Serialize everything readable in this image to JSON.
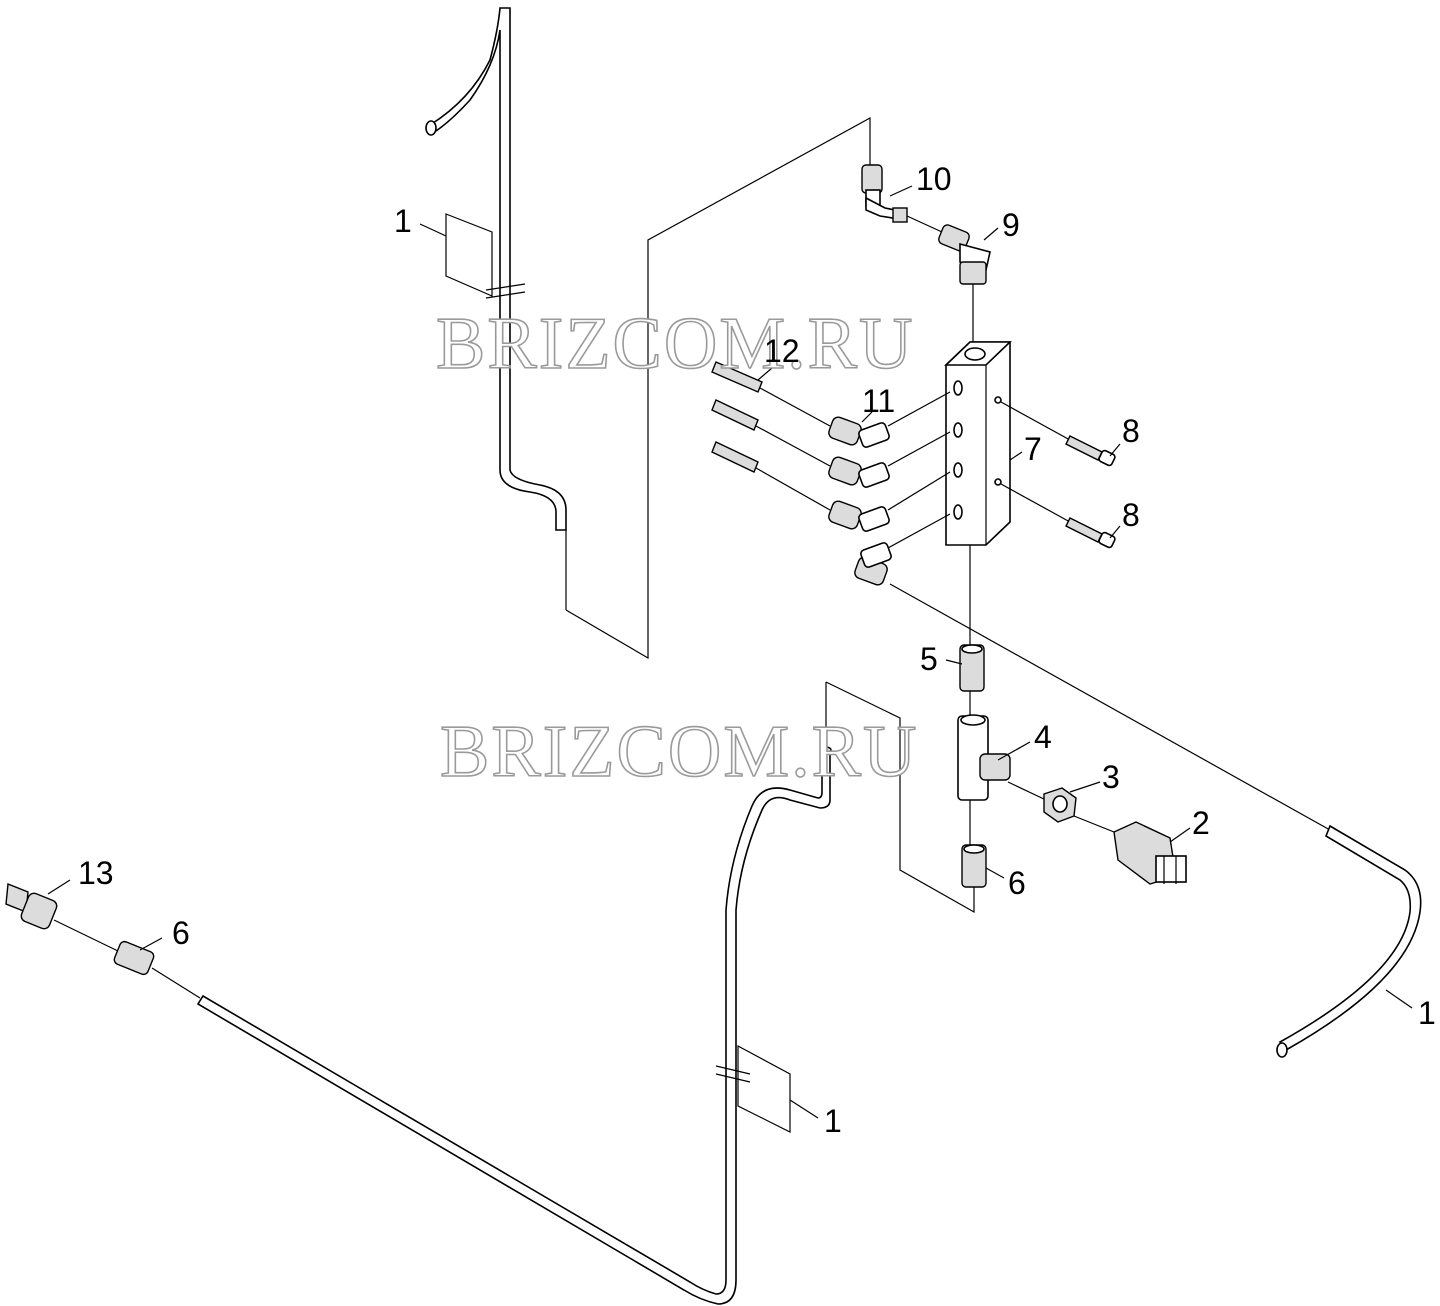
{
  "watermark": "BRIZCOM.RU",
  "callouts": [
    {
      "id": "c1a",
      "text": "1"
    },
    {
      "id": "c1b",
      "text": "1"
    },
    {
      "id": "c1c",
      "text": "1"
    },
    {
      "id": "c2",
      "text": "2"
    },
    {
      "id": "c3",
      "text": "3"
    },
    {
      "id": "c4",
      "text": "4"
    },
    {
      "id": "c5",
      "text": "5"
    },
    {
      "id": "c6a",
      "text": "6"
    },
    {
      "id": "c6b",
      "text": "6"
    },
    {
      "id": "c7",
      "text": "7"
    },
    {
      "id": "c8a",
      "text": "8"
    },
    {
      "id": "c8b",
      "text": "8"
    },
    {
      "id": "c9",
      "text": "9"
    },
    {
      "id": "c10",
      "text": "10"
    },
    {
      "id": "c11",
      "text": "11"
    },
    {
      "id": "c12",
      "text": "12"
    },
    {
      "id": "c13",
      "text": "13"
    }
  ]
}
